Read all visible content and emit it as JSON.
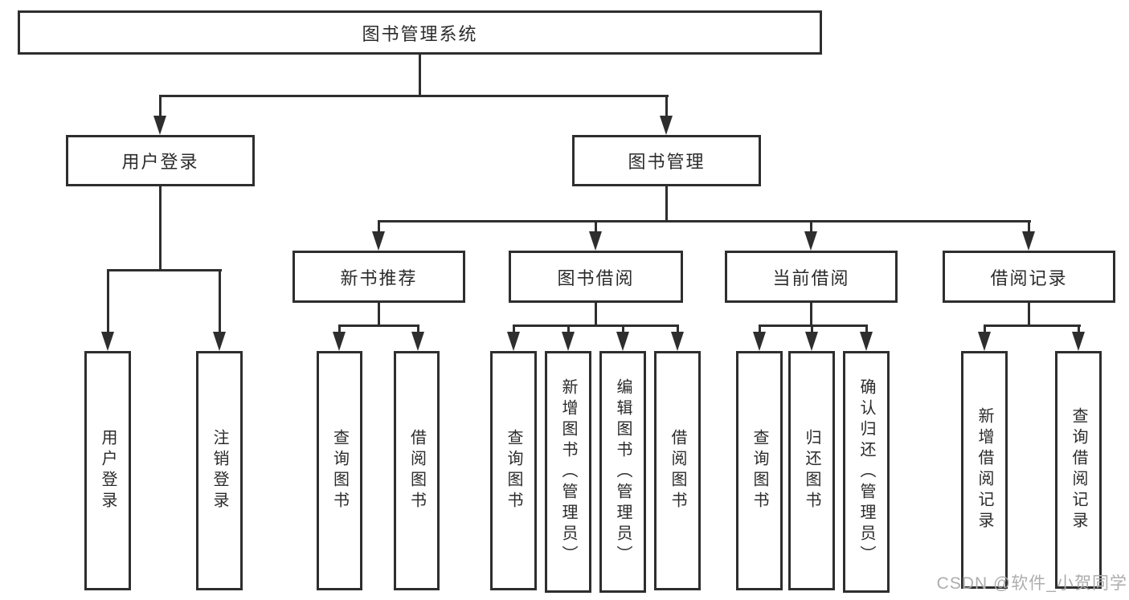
{
  "diagram": {
    "title": "图书管理系统",
    "type": "hierarchy-tree",
    "colors": {
      "line": "#2e2e2e",
      "box_border": "#2e2e2e",
      "text": "#2b2b2b",
      "watermark": "#adadad",
      "background": "#ffffff"
    },
    "tree": {
      "root": {
        "label": "图书管理系统"
      },
      "children": [
        {
          "label": "用户登录",
          "children": [
            {
              "label": "用户登录"
            },
            {
              "label": "注销登录"
            }
          ]
        },
        {
          "label": "图书管理",
          "children": [
            {
              "label": "新书推荐",
              "children": [
                {
                  "label": "查询图书"
                },
                {
                  "label": "借阅图书"
                }
              ]
            },
            {
              "label": "图书借阅",
              "children": [
                {
                  "label": "查询图书"
                },
                {
                  "label": "新增图书（管理员）"
                },
                {
                  "label": "编辑图书（管理员）"
                },
                {
                  "label": "借阅图书"
                }
              ]
            },
            {
              "label": "当前借阅",
              "children": [
                {
                  "label": "查询图书"
                },
                {
                  "label": "归还图书"
                },
                {
                  "label": "确认归还（管理员）"
                }
              ]
            },
            {
              "label": "借阅记录",
              "children": [
                {
                  "label": "新增借阅记录"
                },
                {
                  "label": "查询借阅记录"
                }
              ]
            }
          ]
        }
      ]
    },
    "watermark": {
      "text": "CSDN @软件_小贺同学"
    }
  }
}
